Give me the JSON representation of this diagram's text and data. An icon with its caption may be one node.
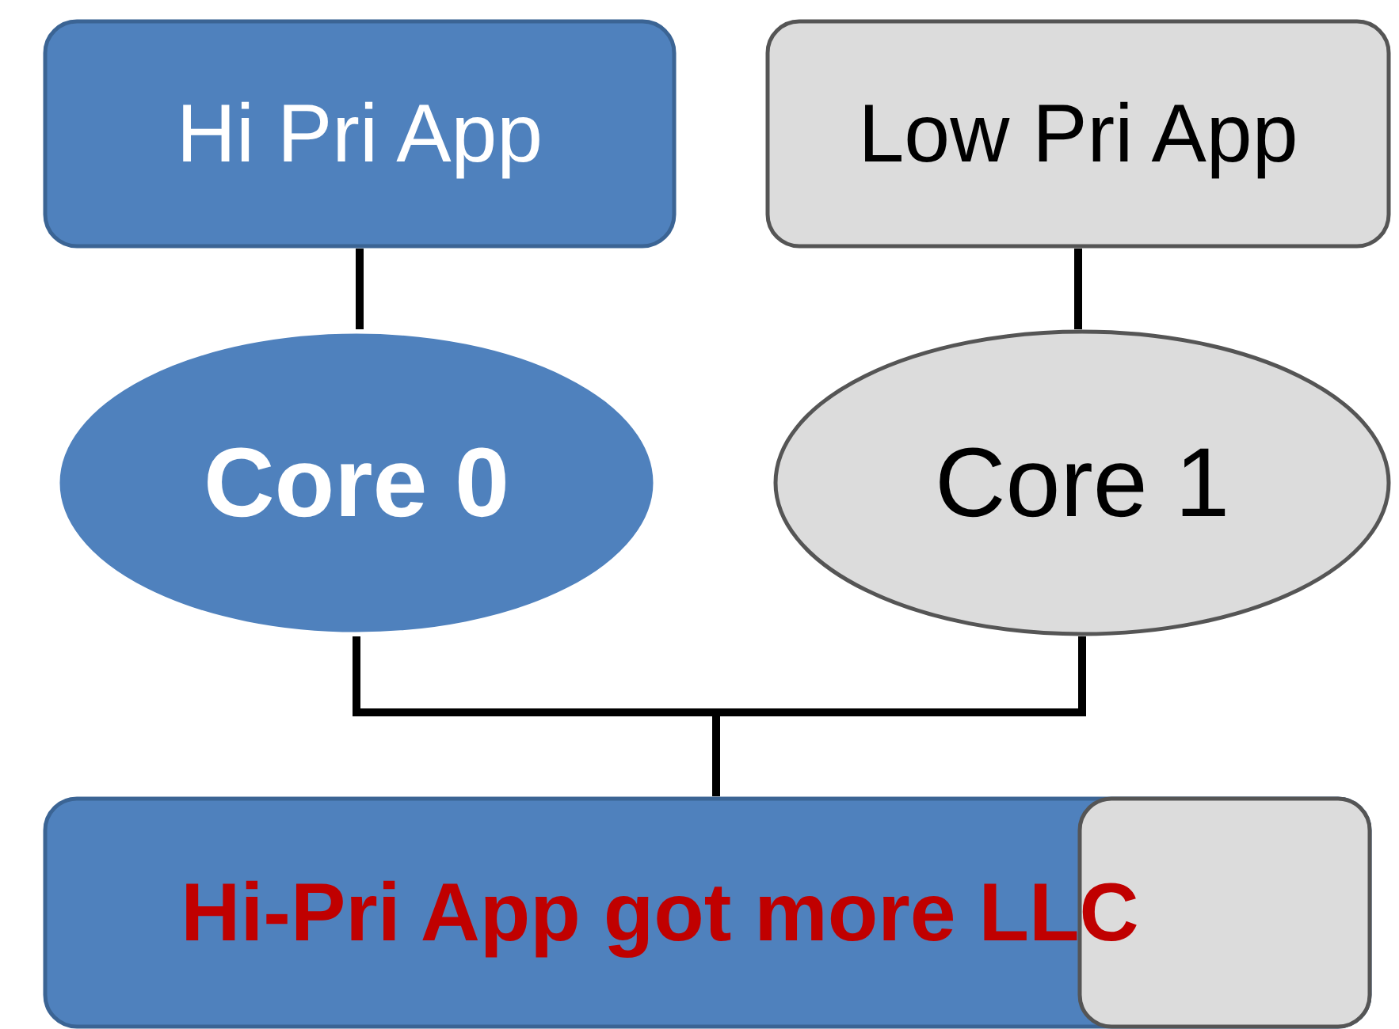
{
  "diagram": {
    "nodes": [
      {
        "text": [
          "Hi Pri App"
        ]
      },
      {
        "text": [
          "Low Pri App"
        ]
      },
      {
        "text": [
          "Core 0"
        ]
      },
      {
        "text": [
          "Core 1"
        ]
      },
      {
        "text": [
          "Hi-Pri App got more LLC"
        ]
      },
      {
        "text": [],
        "shape": "box",
        "in": 4
      }
    ],
    "edges": [
      {
        "from": 0,
        "to": 2,
        "arrow": "none"
      },
      {
        "from": 1,
        "to": 3,
        "arrow": "none"
      },
      {
        "from": 2,
        "to": 4,
        "arrow": "none"
      },
      {
        "from": 3,
        "to": 4,
        "arrow": "none"
      }
    ]
  }
}
